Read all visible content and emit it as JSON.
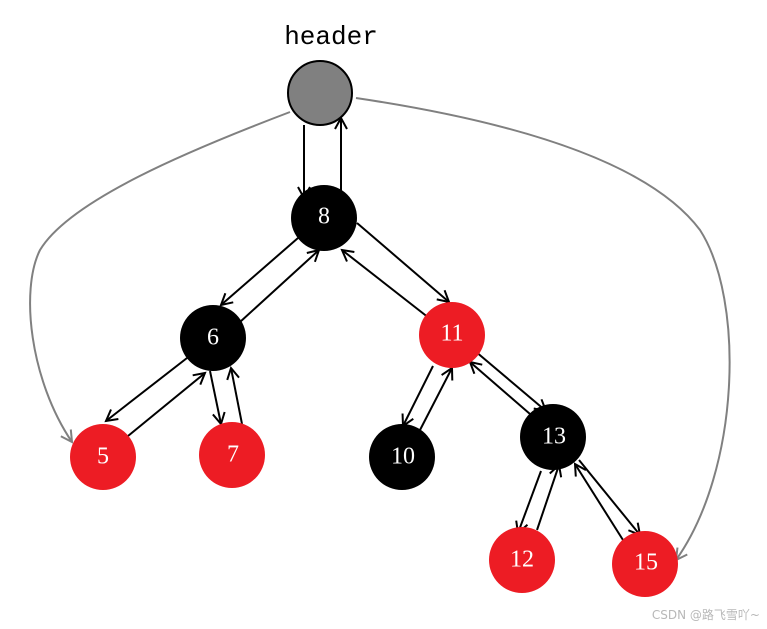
{
  "header": {
    "label": "header",
    "color": "#808080"
  },
  "colors": {
    "black_node": "#000000",
    "red_node": "#ed1c24",
    "gray_link": "#808080",
    "text": "#ffffff"
  },
  "nodes": [
    {
      "id": "n8",
      "label": "8",
      "color": "black"
    },
    {
      "id": "n6",
      "label": "6",
      "color": "black"
    },
    {
      "id": "n11",
      "label": "11",
      "color": "red"
    },
    {
      "id": "n5",
      "label": "5",
      "color": "red"
    },
    {
      "id": "n7",
      "label": "7",
      "color": "red"
    },
    {
      "id": "n10",
      "label": "10",
      "color": "black"
    },
    {
      "id": "n13",
      "label": "13",
      "color": "black"
    },
    {
      "id": "n12",
      "label": "12",
      "color": "red"
    },
    {
      "id": "n15",
      "label": "15",
      "color": "red"
    }
  ],
  "watermark": "CSDN @路飞雪吖~"
}
